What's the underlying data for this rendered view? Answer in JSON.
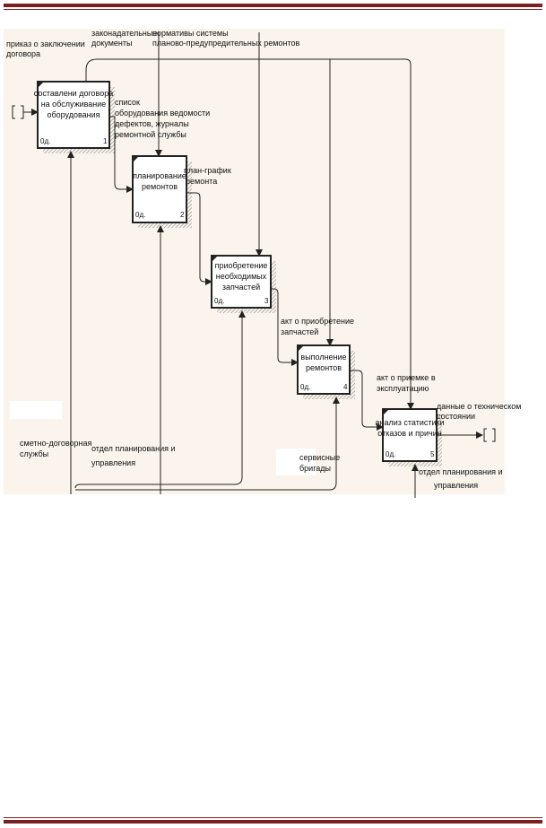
{
  "colors": {
    "canvas": "#faf4ec",
    "box": "#ffffff",
    "line": "#222222",
    "rule": "#7a1f1f",
    "shadow": "#9a9a9a"
  },
  "boxes": [
    {
      "lines": [
        "составлени договора",
        "на обслуживание",
        "оборудования"
      ],
      "cost": "0д.",
      "num": "1"
    },
    {
      "lines": [
        "планирование",
        "ремонтов"
      ],
      "cost": "0д.",
      "num": "2"
    },
    {
      "lines": [
        "приобретение",
        "необходимых",
        "запчастей"
      ],
      "cost": "0д.",
      "num": "3"
    },
    {
      "lines": [
        "выполнение",
        "ремонтов"
      ],
      "cost": "0д.",
      "num": "4"
    },
    {
      "lines": [
        "анализ статистики",
        "отказов и причин"
      ],
      "cost": "0д.",
      "num": "5"
    }
  ],
  "labels": {
    "order": [
      "приказ о заключении",
      "договора"
    ],
    "laws": [
      "законадательные",
      "документы"
    ],
    "norms": [
      "нормативы системы",
      "планово-предупредительных ремонтов"
    ],
    "list": [
      "список",
      "оборудования ведомости",
      "дефектов, журналы",
      "ремонтной службы"
    ],
    "plan": [
      "план-график",
      "ремонта"
    ],
    "act_parts": [
      "акт о приобретение",
      "запчастей"
    ],
    "act_accept": [
      "акт о приемке в",
      "эксплуатацию"
    ],
    "tech_data": [
      "данные о техническом",
      "состоянии"
    ],
    "estimate": [
      "сметно-договорная",
      "службы"
    ],
    "dept1": [
      "отдел планирования и",
      "управления"
    ],
    "service": [
      "сервисные",
      "бригады"
    ],
    "dept2": [
      "отдел планирования и",
      "управления"
    ]
  }
}
